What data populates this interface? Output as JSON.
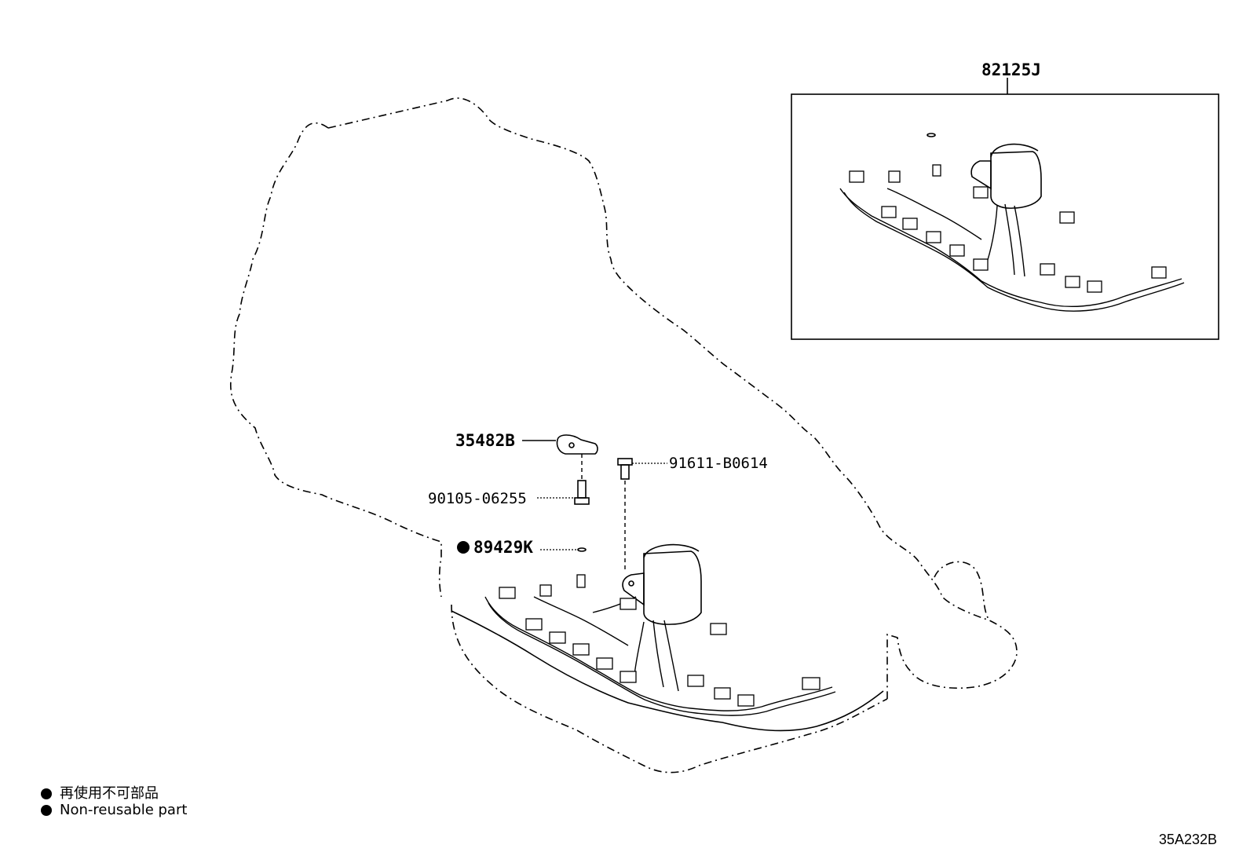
{
  "parts": {
    "harness_assembly": "82125J",
    "clamp": "35482B",
    "bolt_upper": "91611-B0614",
    "bolt_lower": "90105-06255",
    "o_ring": "89429K"
  },
  "legend": {
    "non_reusable_jp": "再使用不可部品",
    "non_reusable_en": "Non-reusable part"
  },
  "diagram_code": "35A232B"
}
